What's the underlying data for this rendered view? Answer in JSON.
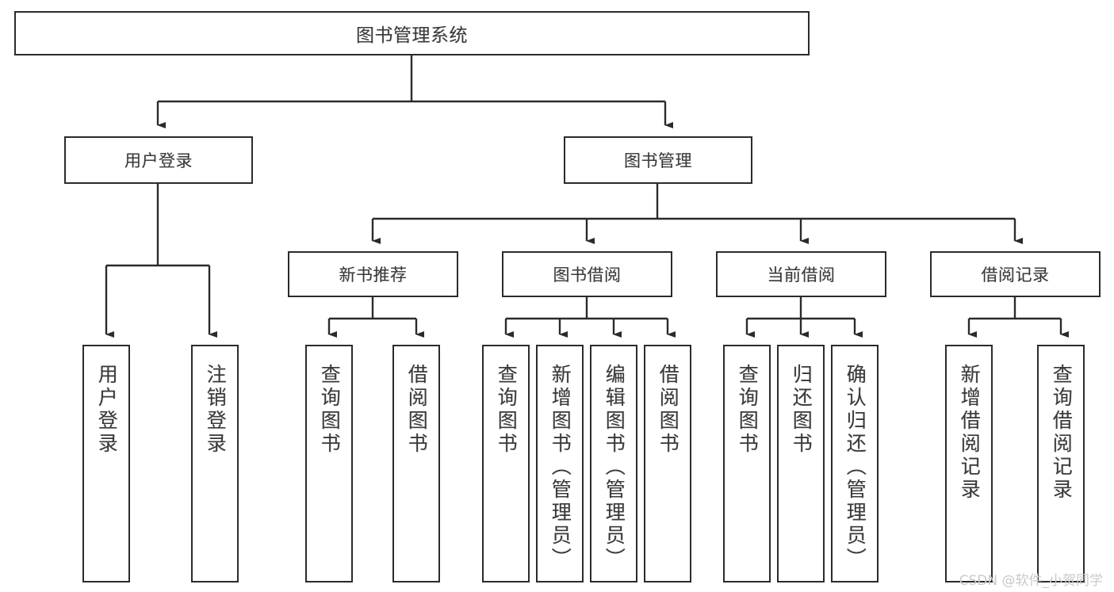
{
  "diagram": {
    "type": "hierarchy-tree",
    "title": "图书管理系统",
    "root": {
      "label": "图书管理系统"
    },
    "level1": [
      {
        "label": "用户登录"
      },
      {
        "label": "图书管理"
      }
    ],
    "level2": [
      {
        "label": "新书推荐"
      },
      {
        "label": "图书借阅"
      },
      {
        "label": "当前借阅"
      },
      {
        "label": "借阅记录"
      }
    ],
    "leaves": {
      "user_login": [
        {
          "label": "用户登录"
        },
        {
          "label": "注销登录"
        }
      ],
      "new_book_recommend": [
        {
          "label": "查询图书"
        },
        {
          "label": "借阅图书"
        }
      ],
      "book_borrow": [
        {
          "label": "查询图书"
        },
        {
          "label": "新增图书（管理员）"
        },
        {
          "label": "编辑图书（管理员）"
        },
        {
          "label": "借阅图书"
        }
      ],
      "current_borrow": [
        {
          "label": "查询图书"
        },
        {
          "label": "归还图书"
        },
        {
          "label": "确认归还（管理员）"
        }
      ],
      "borrow_record": [
        {
          "label": "新增借阅记录"
        },
        {
          "label": "查询借阅记录"
        }
      ]
    }
  },
  "watermark": {
    "text": "CSDN @软件_小贺同学"
  },
  "colors": {
    "border": "#2b2b2b",
    "text": "#3a3a3a",
    "background": "#ffffff",
    "watermark": "#c9c9c9"
  }
}
